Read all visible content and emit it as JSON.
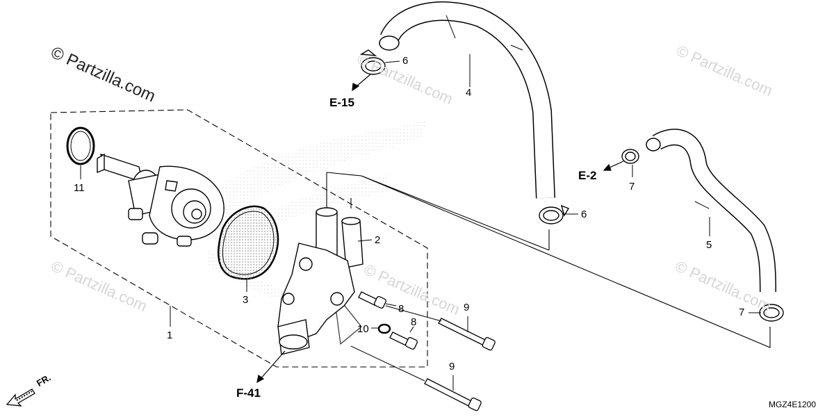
{
  "watermarks": [
    "© Partzilla.com",
    "© Partzilla.com",
    "© Partzilla.com",
    "© Partzilla.com",
    "© Partzilla.com",
    "© Partzilla.com"
  ],
  "callouts": [
    "1",
    "2",
    "3",
    "4",
    "5",
    "6",
    "6",
    "7",
    "7",
    "8",
    "8",
    "9",
    "9",
    "10",
    "11"
  ],
  "references": [
    "E-15",
    "E-2",
    "F-41"
  ],
  "front_marker": "FR.",
  "diagram_code": "MGZ4E1200"
}
